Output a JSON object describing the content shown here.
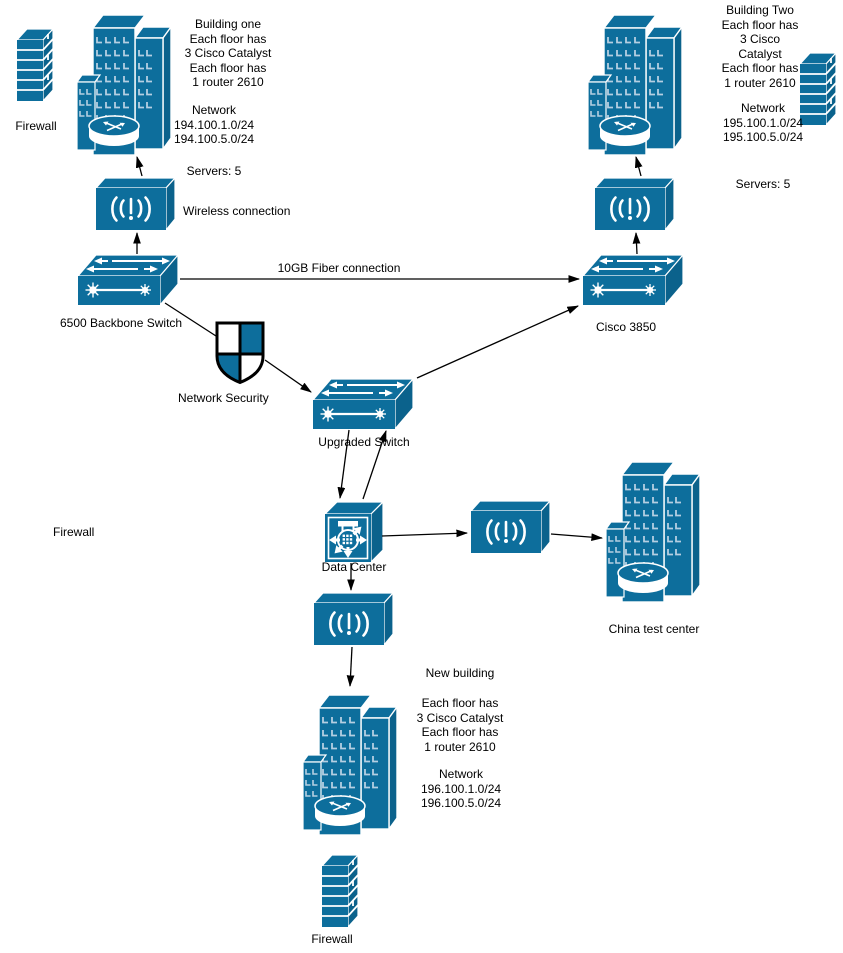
{
  "diagram": {
    "type": "network-topology",
    "colors": {
      "node_fill": "#0d6e9c",
      "node_fill_side": "#0b628c",
      "window": "#b5cfe2",
      "connector": "#000000",
      "background": "#ffffff"
    },
    "labels": {
      "firewall_top_left": "Firewall",
      "firewall_middle_left": "Firewall",
      "firewall_bottom": "Firewall",
      "wireless_connection": "Wireless connection",
      "backbone_switch": "6500 Backbone Switch",
      "fiber_link": "10GB Fiber connection",
      "network_security": "Network Security",
      "upgraded_switch": "Upgraded Switch",
      "cisco_3850": "Cisco 3850",
      "data_center": "Data Center",
      "china_test_center": "China test center",
      "new_building_title": "New building"
    },
    "building_one": {
      "info": "Building one\nEach floor has\n3 Cisco Catalyst\nEach floor has\n1 router 2610",
      "network": "Network\n194.100.1.0/24\n194.100.5.0/24",
      "servers": "Servers: 5"
    },
    "building_two": {
      "info": "Building Two\nEach floor has\n3 Cisco Catalyst\nEach floor has\n1 router 2610",
      "network": "Network\n195.100.1.0/24\n195.100.5.0/24",
      "servers": "Servers: 5"
    },
    "new_building": {
      "info": "Each floor has\n3 Cisco Catalyst\nEach floor has\n1 router 2610",
      "network": "Network\n196.100.1.0/24\n196.100.5.0/24"
    },
    "edges": [
      {
        "from": "6500-backbone-switch",
        "to": "wireless-left",
        "arrow": true
      },
      {
        "from": "wireless-left",
        "to": "building-one",
        "arrow": true
      },
      {
        "from": "6500-backbone-switch",
        "to": "cisco-3850",
        "label": "10GB Fiber connection",
        "arrow": true
      },
      {
        "from": "6500-backbone-switch",
        "to": "network-security",
        "arrow": false
      },
      {
        "from": "network-security",
        "to": "upgraded-switch",
        "arrow": true
      },
      {
        "from": "upgraded-switch",
        "to": "cisco-3850",
        "arrow": true
      },
      {
        "from": "upgraded-switch",
        "to": "data-center",
        "arrow": true
      },
      {
        "from": "data-center",
        "to": "upgraded-switch",
        "arrow": true
      },
      {
        "from": "data-center",
        "to": "wireless-middle",
        "arrow": true
      },
      {
        "from": "wireless-middle",
        "to": "china-test-center",
        "arrow": true
      },
      {
        "from": "data-center",
        "to": "wireless-bottom",
        "arrow": true
      },
      {
        "from": "wireless-bottom",
        "to": "new-building",
        "arrow": true
      },
      {
        "from": "cisco-3850",
        "to": "wireless-right",
        "arrow": true
      },
      {
        "from": "wireless-right",
        "to": "building-two",
        "arrow": true
      }
    ]
  }
}
